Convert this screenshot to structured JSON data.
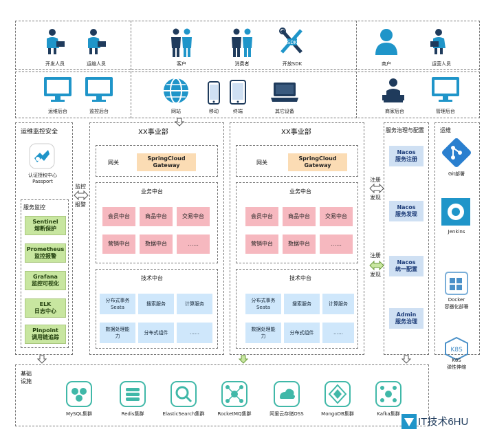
{
  "top_users": {
    "dev": "开发人员",
    "ops": "运维人员",
    "customer": "客户",
    "consumer": "消费者",
    "open_sdk": "开放SDK",
    "sdk_badge": "SDK",
    "merchant": "商户",
    "operator": "运营人员"
  },
  "terminals": {
    "ops_backend": "运维后台",
    "monitor_backend": "监控后台",
    "website": "网站",
    "mobile": "移动",
    "terminal": "终端",
    "other": "其它设备",
    "merchant_backend": "商家后台",
    "admin_backend": "管理后台"
  },
  "left_panel": {
    "title": "运维监控安全",
    "auth": "认证授权中心",
    "passport": "Passport",
    "monitor_title": "服务监控",
    "items": [
      {
        "name": "Sentinel",
        "desc": "熔断保护"
      },
      {
        "name": "Prometheus",
        "desc": "监控报警"
      },
      {
        "name": "Grafana",
        "desc": "监控可视化"
      },
      {
        "name": "ELK",
        "desc": "日志中心"
      },
      {
        "name": "Pinpoint",
        "desc": "调用链追踪"
      }
    ]
  },
  "monitor_arrow": {
    "line1": "监控",
    "line2": "报警"
  },
  "divisions": [
    {
      "title": "XX事业部",
      "gateway_label": "网关",
      "gateway_line1": "SpringCloud",
      "gateway_line2": "Gateway",
      "biz_title": "业务中台",
      "biz": [
        "会员中台",
        "商品中台",
        "交易中台",
        "营销中台",
        "数据中台",
        "……"
      ],
      "tech_title": "技术中台",
      "tech": [
        {
          "l1": "分布式事务",
          "l2": "Seata"
        },
        {
          "l1": "搜索服务",
          "l2": ""
        },
        {
          "l1": "计算服务",
          "l2": ""
        },
        {
          "l1": "数据处理能",
          "l2": "力"
        },
        {
          "l1": "分布式组件",
          "l2": ""
        },
        {
          "l1": "……",
          "l2": ""
        }
      ]
    },
    {
      "title": "XX事业部",
      "gateway_label": "网关",
      "gateway_line1": "SpringCloud",
      "gateway_line2": "Gateway",
      "biz_title": "业务中台",
      "biz": [
        "会员中台",
        "商品中台",
        "交易中台",
        "营销中台",
        "数据中台",
        "……"
      ],
      "tech_title": "技术中台",
      "tech": [
        {
          "l1": "分布式事务",
          "l2": "Seata"
        },
        {
          "l1": "搜索服务",
          "l2": ""
        },
        {
          "l1": "计算服务",
          "l2": ""
        },
        {
          "l1": "数据处理能",
          "l2": "力"
        },
        {
          "l1": "分布式组件",
          "l2": ""
        },
        {
          "l1": "……",
          "l2": ""
        }
      ]
    }
  ],
  "reg_discovery": {
    "a1": "注册",
    "a2": "发现",
    "b1": "注册",
    "b2": "发现"
  },
  "governance": {
    "title": "服务治理与配置",
    "items": [
      {
        "l1": "Nacos",
        "l2": "服务注册"
      },
      {
        "l1": "Nacos",
        "l2": "服务发现"
      },
      {
        "l1": "Nacos",
        "l2": "统一配置"
      },
      {
        "l1": "Admin",
        "l2": "服务治理"
      }
    ]
  },
  "devops": {
    "title": "运维",
    "git": "Git部署",
    "jenkins": "Jenkins",
    "docker1": "Docker",
    "docker2": "容器化部署",
    "k8s1": "K8S",
    "k8s2": "弹性伸缩",
    "k8s_badge": "K8S"
  },
  "infra": {
    "title1": "基础",
    "title2": "设施",
    "items": [
      "MySQL集群",
      "Redis集群",
      "ElasticSearch集群",
      "RocketMQ集群",
      "阿里云存储OSS",
      "MongoDB集群",
      "Kafka集群"
    ]
  },
  "watermark": "IT技术6HU",
  "colors": {
    "icon_blue": "#1f95c9",
    "icon_dark": "#1f3b5c",
    "pink": "#f6b8bf",
    "light_blue": "#cfe7fb",
    "orange": "#fbdcb4",
    "green": "#c8e6a0",
    "teal": "#40b8a8"
  }
}
